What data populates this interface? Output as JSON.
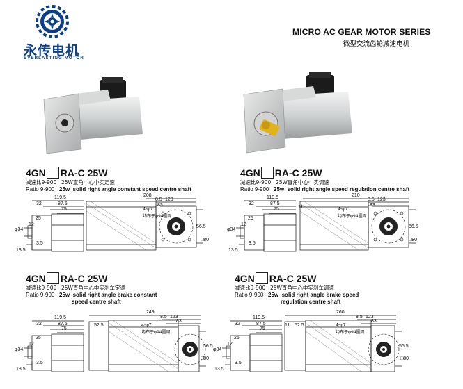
{
  "brand": {
    "name_cn": "永传电机",
    "name_en": "EVERLASTING MOTOR"
  },
  "series": {
    "title_en": "MICRO AC GEAR MOTOR SERIES",
    "title_cn": "微型交流齿轮减速电机"
  },
  "models": [
    {
      "prefix": "4GN",
      "suffix": "RA-C 25W",
      "ratio_cn": "减速比9-900",
      "ratio_en": "Ratio 9-900",
      "desc_cn": "25W直角中心中实定速",
      "desc_en_bold": "25w",
      "desc_en": "solid right angle constant speed centre shaft"
    },
    {
      "prefix": "4GN",
      "suffix": "RA-C 25W",
      "ratio_cn": "减速比9-900",
      "ratio_en": "Ratio 9-900",
      "desc_cn": "25W直角中心中实调速",
      "desc_en_bold": "25w",
      "desc_en": "solid right angle speed regulation centre shaft"
    },
    {
      "prefix": "4GN",
      "suffix": "RA-C 25W",
      "ratio_cn": "减速比9-900",
      "ratio_en": "Ratio 9-900",
      "desc_cn": "25W直角中心中实刹车定速",
      "desc_en_bold": "25w",
      "desc_en_l1": "solid right angle brake constant",
      "desc_en_l2": "speed centre shaft"
    },
    {
      "prefix": "4GN",
      "suffix": "RA-C 25W",
      "ratio_cn": "减速比9-900",
      "ratio_en": "Ratio 9-900",
      "desc_cn": "25W直角中心中实刹车调速",
      "desc_en_bold": "25w",
      "desc_en_l1": "solid right angle brake speed",
      "desc_en_l2": "regulation centre shaft"
    }
  ],
  "dims": {
    "d1195": "119.5",
    "d32": "32",
    "d875": "87.5",
    "d75": "75",
    "d25": "25",
    "d12": "12",
    "d34": "34",
    "d35": "3.5",
    "d135": "13.5",
    "d208": "208",
    "d210": "210",
    "d249": "249",
    "d260": "260",
    "d85": "8.5",
    "d123": "123",
    "d83": "83",
    "holes": "4-φ7",
    "pcd": "均布于φ94圆周",
    "d565": "56.5",
    "d80": "80",
    "d525": "52.5",
    "d11": "11"
  }
}
